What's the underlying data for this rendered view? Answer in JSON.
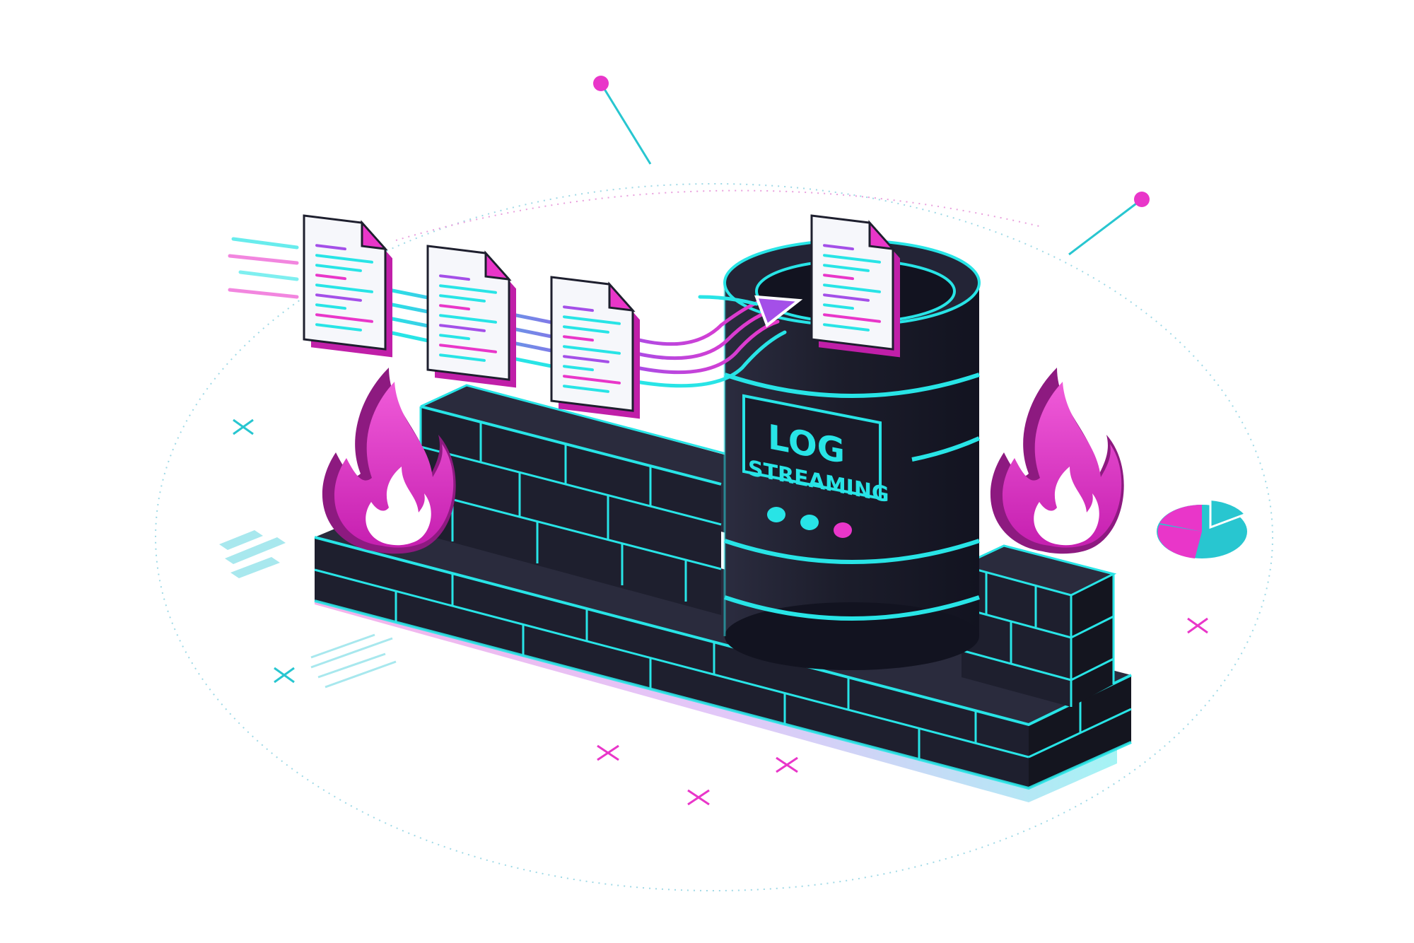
{
  "illustration": {
    "label": {
      "line1": "LOG",
      "line2": "STREAMING"
    },
    "documents_count_shown": 4,
    "colors": {
      "brick": "#1e1f2e",
      "brick_dark": "#14151f",
      "brick_top": "#2a2b3d",
      "neon_cyan": "#28e4e6",
      "magenta": "#e936c9",
      "purple": "#a44fe8",
      "paper": "#f6f7fb",
      "dot_cyan": "#28e4e6",
      "dot_magenta": "#e936c9"
    },
    "icons": [
      "log-document-icon",
      "flame-icon",
      "pie-chart-icon",
      "cross-mark-icon",
      "pin-icon",
      "stream-lines-icon"
    ]
  }
}
